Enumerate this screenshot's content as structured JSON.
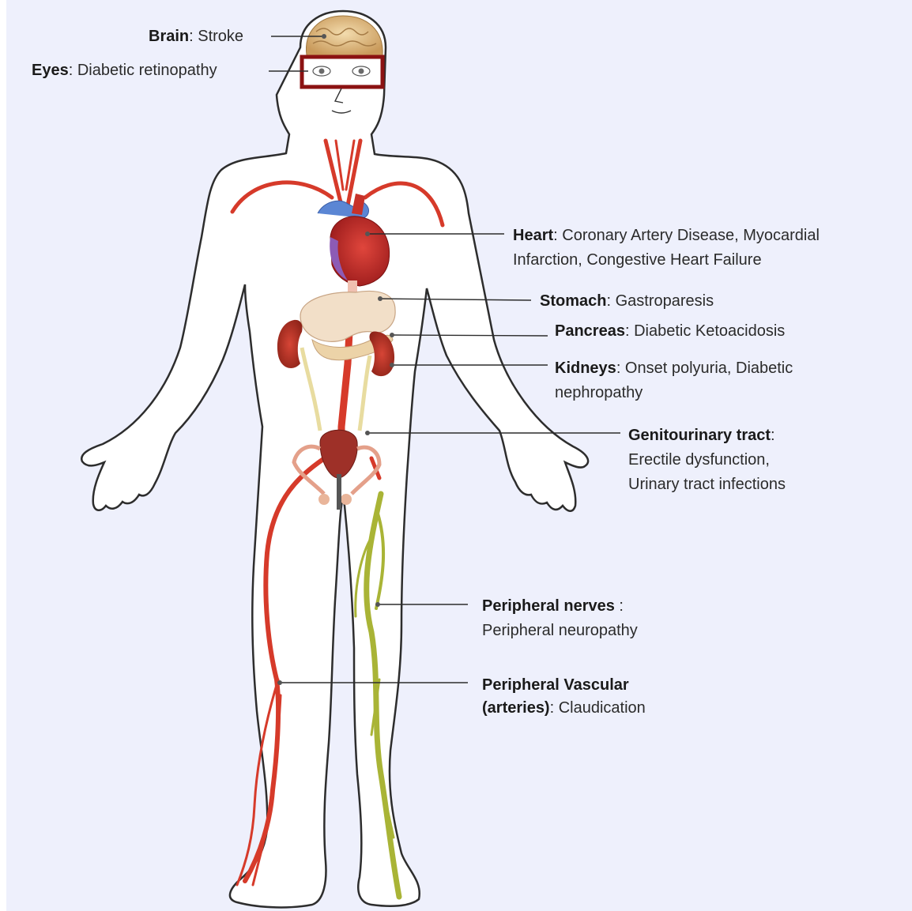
{
  "colors": {
    "background": "#eef0fc",
    "artery": "#d63a2a",
    "nerve": "#a9b436",
    "highlight": "#8b1212"
  },
  "labels": {
    "brain": {
      "name": "Brain",
      "desc": ": Stroke"
    },
    "eyes": {
      "name": "Eyes",
      "desc": ": Diabetic retinopathy"
    },
    "heart": {
      "name": "Heart",
      "desc": ": Coronary Artery Disease, Myocardial",
      "desc2": "Infarction, Congestive Heart Failure"
    },
    "stomach": {
      "name": "Stomach",
      "desc": ": Gastroparesis"
    },
    "pancreas": {
      "name": "Pancreas",
      "desc": ": Diabetic Ketoacidosis"
    },
    "kidneys": {
      "name": "Kidneys",
      "desc": ": Onset polyuria, Diabetic",
      "desc2": "nephropathy"
    },
    "genitourinary": {
      "name": "Genitourinary tract",
      "desc": ":",
      "desc2": "Erectile dysfunction,",
      "desc3": "Urinary tract infections"
    },
    "nerves": {
      "name": "Peripheral nerves",
      "desc": " :",
      "desc2": "Peripheral neuropathy"
    },
    "vascular": {
      "name": "Peripheral Vascular",
      "name2": "(arteries)",
      "desc": ": Claudication"
    }
  }
}
